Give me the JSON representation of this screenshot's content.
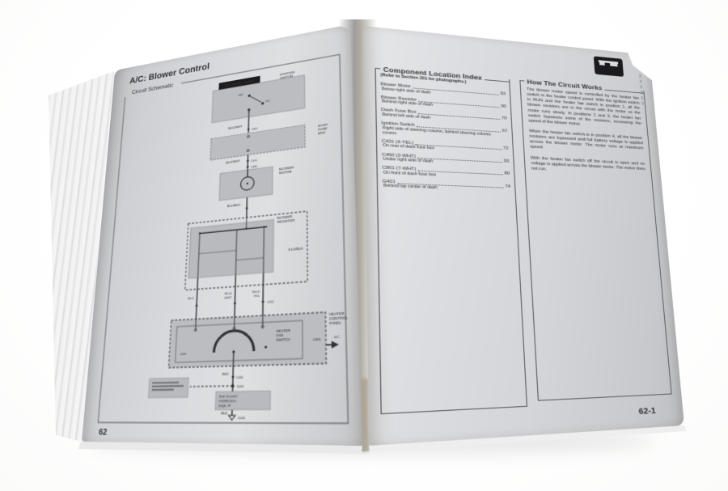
{
  "left": {
    "title": "A/C: Blower Control",
    "section": "Circuit Schematic",
    "page_number": "62"
  },
  "sch": {
    "hot": "HOT AT ALL TIMES",
    "ign1": "IGNITION",
    "ign2": "SWITCH",
    "bat": "BAT",
    "ig1": "IG1",
    "w1": "BLU/WHT",
    "c1": "C801",
    "dash1": "DASH",
    "dash2": "FUSE",
    "dash3": "BOX",
    "w2": "BLU/WHT",
    "c2": "C431",
    "c3": "C450",
    "bm1": "BLOWER",
    "bm2": "MOTOR",
    "w3": "BLU/BLK",
    "br1": "BLOWER",
    "br2": "RESISTOR",
    "br3": "BLU/BLK",
    "wb1": "BLU",
    "wb2a": "BLU/",
    "wb2b": "WHT",
    "wb3a": "BLU/",
    "wb3b": "YEL",
    "c4": "C431",
    "hcp1": "HEATER",
    "hcp2": "CONTROL",
    "hcp3": "PANEL",
    "hfs1": "HEATER",
    "hfs2": "FAN",
    "hfs3": "SWITCH",
    "off": "OFF",
    "grn": "GRN",
    "out": "A/C",
    "blk1": "BLK",
    "c5": "C408",
    "s1": "S409",
    "gn1": "See Ground",
    "gn2": "Distribution,",
    "gn3": "page 14",
    "blk2": "BLK",
    "g401": "G401"
  },
  "right": {
    "page_number": "62-1",
    "index": {
      "title": "Component Location Index",
      "subtitle": "(Refer to Section 201 for photographs.)",
      "entries": [
        {
          "name": "Blower Motor",
          "page": "93",
          "location": "Below right side of dash"
        },
        {
          "name": "Blower Resistor",
          "page": "90",
          "location": "Behind right side of dash"
        },
        {
          "name": "Dash Fuse Box",
          "page": "70",
          "location": "Behind left side of dash"
        },
        {
          "name": "Ignition Switch",
          "page": "67",
          "location": "Right side of steering column, behind steering column covers"
        },
        {
          "name": "C431 (4-YEL)",
          "page": "72",
          "location": "On rear of dash fuse box"
        },
        {
          "name": "C450 (2-WHT)",
          "page": "93",
          "location": "Under right side of dash"
        },
        {
          "name": "C801 (7-WHT)",
          "page": "80",
          "location": "On front of dash fuse box"
        },
        {
          "name": "G401",
          "page": "74",
          "location": "Behind top center of dash"
        }
      ]
    },
    "works": {
      "title": "How The Circuit Works",
      "paragraphs": [
        "The blower motor speed is controlled by the heater fan switch in the heater control panel. With the ignition switch in RUN and the heater fan switch in position 1, all the blower resistors are in the circuit with the motor so the motor runs slowly. In positions 2 and 3, the heater fan switch bypasses some of the resistors, increasing the speed of the blower motor.",
        "When the heater fan switch is in position 4, all the blower resistors are bypassed and full battery voltage is applied across the blower motor. The motor runs at maximum speed.",
        "With the heater fan switch off the circuit is open and no voltage is applied across the blower motor. The motor does not run."
      ]
    }
  }
}
